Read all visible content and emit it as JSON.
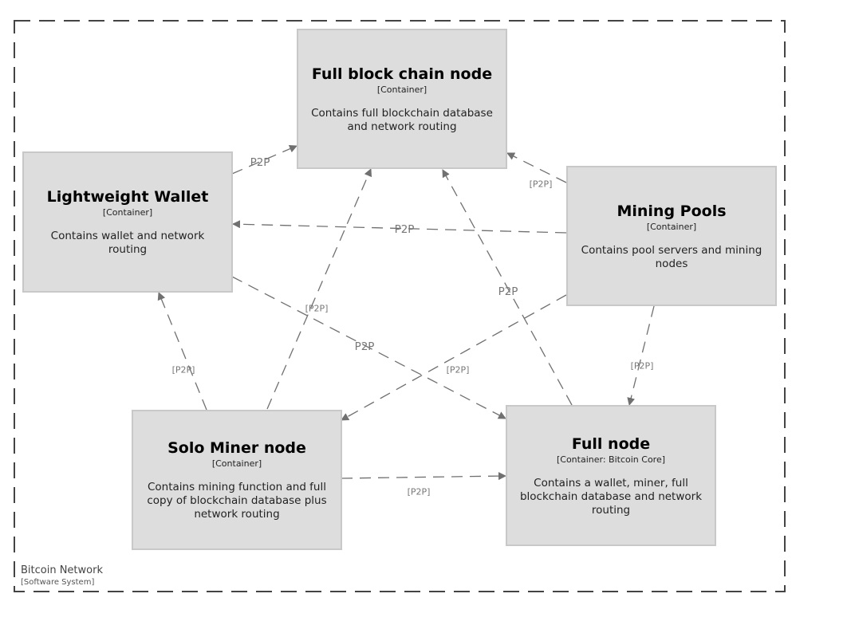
{
  "boundary": {
    "name": "Bitcoin Network",
    "type": "[Software System]"
  },
  "nodes": {
    "full_block_chain": {
      "title": "Full block chain node",
      "type": "[Container]",
      "desc": "Contains full blockchain database and network routing"
    },
    "lightweight_wallet": {
      "title": "Lightweight Wallet",
      "type": "[Container]",
      "desc": "Contains wallet and network routing"
    },
    "mining_pools": {
      "title": "Mining Pools",
      "type": "[Container]",
      "desc": "Contains pool servers and mining nodes"
    },
    "solo_miner": {
      "title": "Solo Miner node",
      "type": "[Container]",
      "desc": "Contains mining function and full copy of blockchain database plus network routing"
    },
    "full_node": {
      "title": "Full node",
      "type": "[Container: Bitcoin Core]",
      "desc": "Contains a wallet, miner, full blockchain database and network routing"
    }
  },
  "edges": [
    {
      "id": "wallet-to-fullblock",
      "label": "P2P"
    },
    {
      "id": "pools-to-fullblock",
      "label": "[P2P]"
    },
    {
      "id": "pools-to-wallet",
      "label": "P2P"
    },
    {
      "id": "solo-to-fullblock",
      "label": "[P2P]"
    },
    {
      "id": "fullnode-to-fullblock",
      "label": "P2P"
    },
    {
      "id": "wallet-to-fullnode",
      "label": "P2P"
    },
    {
      "id": "pools-to-solo",
      "label": "[P2P]"
    },
    {
      "id": "pools-to-fullnode",
      "label": "[P2P]"
    },
    {
      "id": "solo-to-wallet",
      "label": "[P2P]"
    },
    {
      "id": "solo-to-fullnode",
      "label": "[P2P]"
    }
  ],
  "colors": {
    "box_fill": "#dddddd",
    "box_border": "#c8c8c8",
    "edge": "#707070",
    "boundary": "#444444"
  }
}
